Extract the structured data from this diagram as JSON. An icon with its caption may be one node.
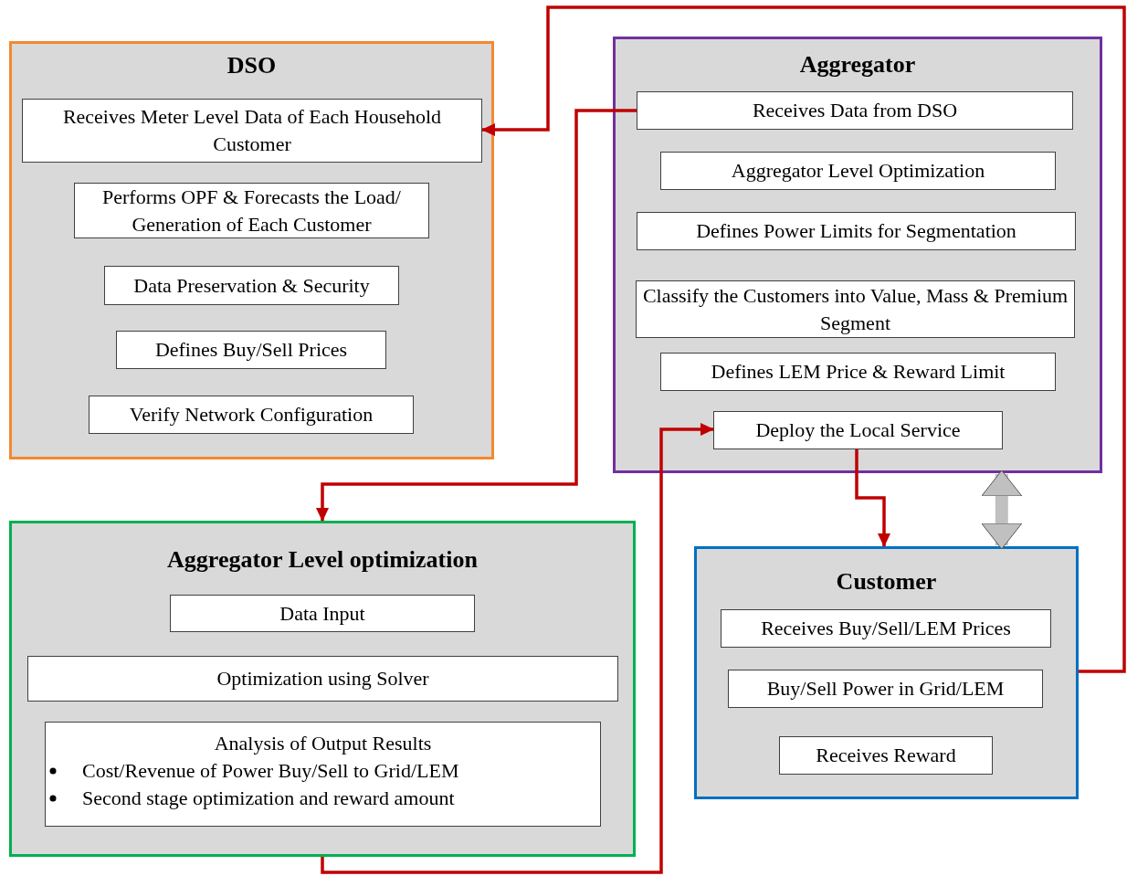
{
  "diagram": {
    "nodes": [
      {
        "text": [
          "DSO"
        ]
      },
      {
        "text": [
          "Receives Meter Level Data of Each Household Customer"
        ],
        "in": 0
      },
      {
        "text": [
          "Performs OPF & Forecasts the Load/ Generation of Each Customer"
        ],
        "in": 0
      },
      {
        "text": [
          "Data Preservation & Security"
        ],
        "in": 0
      },
      {
        "text": [
          "Defines Buy/Sell Prices"
        ],
        "in": 0
      },
      {
        "text": [
          "Verify Network Configuration"
        ],
        "in": 0
      },
      {
        "text": [
          "Aggregator"
        ]
      },
      {
        "text": [
          "Receives Data from DSO"
        ],
        "in": 6
      },
      {
        "text": [
          "Aggregator Level Optimization"
        ],
        "in": 6
      },
      {
        "text": [
          "Defines Power Limits for Segmentation"
        ],
        "in": 6
      },
      {
        "text": [
          "Classify the Customers into Value, Mass & Premium Segment"
        ],
        "in": 6
      },
      {
        "text": [
          "Defines LEM Price & Reward Limit"
        ],
        "in": 6
      },
      {
        "text": [
          "Deploy the Local Service"
        ],
        "in": 6
      },
      {
        "text": [
          "Aggregator Level optimization"
        ]
      },
      {
        "text": [
          "Data Input"
        ],
        "in": 13
      },
      {
        "text": [
          "Optimization using Solver"
        ],
        "in": 13
      },
      {
        "text": [
          "Analysis of Output Results",
          "Cost/Revenue of Power Buy/Sell to Grid/LEM",
          "Second stage optimization and reward amount"
        ],
        "in": 13
      },
      {
        "text": [
          "Customer"
        ]
      },
      {
        "text": [
          "Receives Buy/Sell/LEM Prices"
        ],
        "in": 17
      },
      {
        "text": [
          "Buy/Sell Power in Grid/LEM"
        ],
        "in": 17
      },
      {
        "text": [
          "Receives Reward"
        ],
        "in": 17
      }
    ],
    "edges": [
      {
        "from": 17,
        "to": 1,
        "arrow": "to"
      },
      {
        "from": 7,
        "to": 13,
        "arrow": "to"
      },
      {
        "from": 13,
        "to": 12,
        "arrow": "to"
      },
      {
        "from": 12,
        "to": 17,
        "arrow": "to"
      },
      {
        "from": 6,
        "to": 17,
        "arrow": "both",
        "style": "thick",
        "color": "#c0c0c0"
      }
    ]
  }
}
